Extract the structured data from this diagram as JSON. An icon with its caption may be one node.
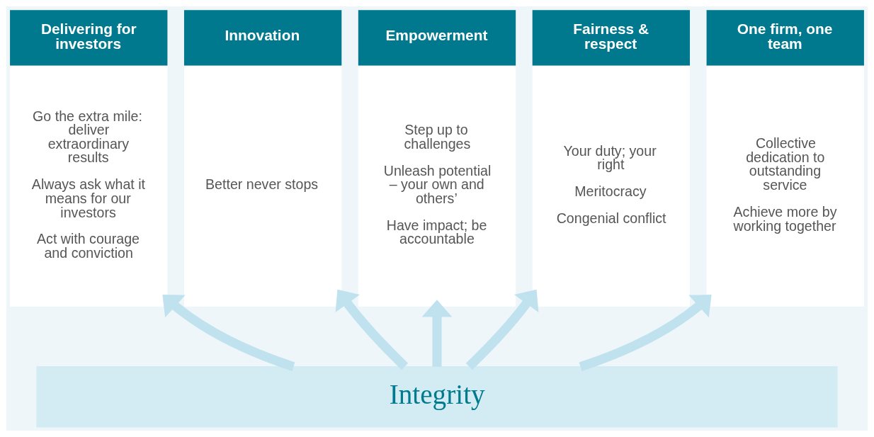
{
  "diagram": {
    "nodes": [
      {
        "text": [
          "Delivering for investors",
          "Go the extra mile: deliver extraordinary results",
          "Always ask what it means for our investors",
          "Act with courage and conviction"
        ]
      },
      {
        "text": [
          "Innovation",
          "Better never stops"
        ]
      },
      {
        "text": [
          "Empowerment",
          "Step up to challenges",
          "Unleash potential – your own and others’",
          "Have impact; be accountable"
        ]
      },
      {
        "text": [
          "Fairness & respect",
          "Your duty; your right",
          "Meritocracy",
          "Congenial conflict"
        ]
      },
      {
        "text": [
          "One firm, one team",
          "Collective dedication to outstanding service",
          "Achieve more by working together"
        ]
      },
      {
        "text": [
          "Integrity"
        ]
      }
    ],
    "edges": [
      {
        "from": 5,
        "to": 0,
        "arrow": "to"
      },
      {
        "from": 5,
        "to": 1,
        "arrow": "to"
      },
      {
        "from": 5,
        "to": 2,
        "arrow": "to"
      },
      {
        "from": 5,
        "to": 3,
        "arrow": "to"
      },
      {
        "from": 5,
        "to": 4,
        "arrow": "to"
      }
    ]
  }
}
